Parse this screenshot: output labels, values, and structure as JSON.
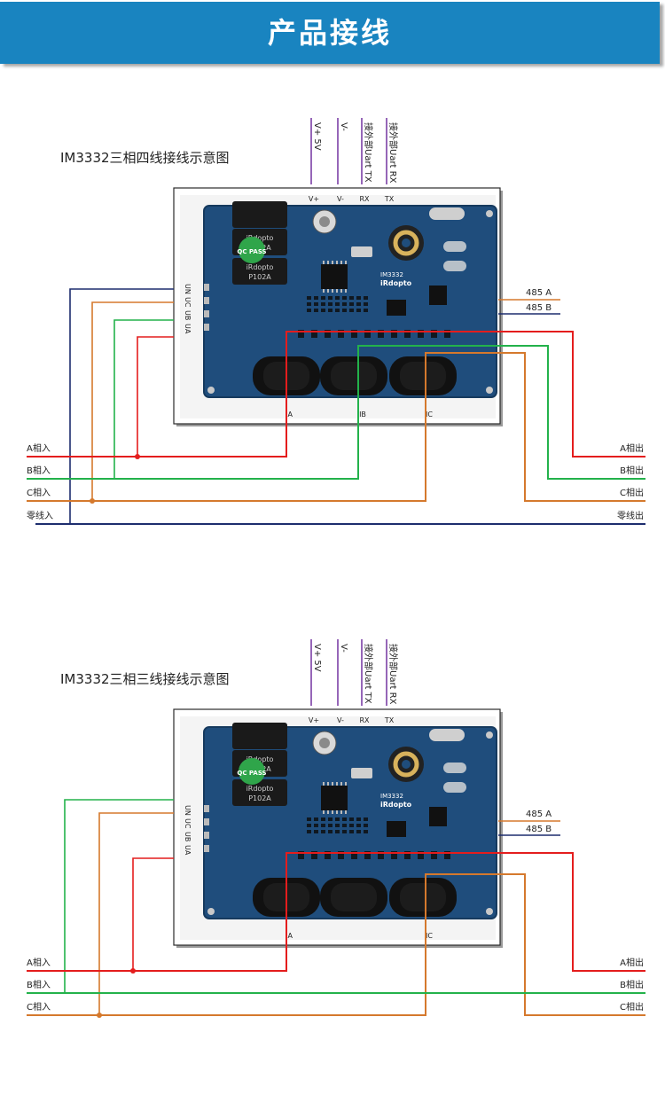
{
  "header": {
    "title": "产品接线"
  },
  "colors": {
    "header_bg": "#1984c0",
    "phase_a": "#e41d1d",
    "phase_b": "#23b24b",
    "phase_c": "#d5792d",
    "neutral": "#1d2d6e",
    "power": "#7b3fa6",
    "pcb": "#1f4d7c"
  },
  "diagram1": {
    "title": "IM3332三相四线接线示意图",
    "top_wires": [
      {
        "text": "V+  5V",
        "pin": "V+"
      },
      {
        "text": "V-",
        "pin": "V-"
      },
      {
        "text": "接外部Uart TX",
        "pin": "RX"
      },
      {
        "text": "接外部Uart RX",
        "pin": "TX"
      }
    ],
    "voltage_pins": [
      "UN",
      "UC",
      "UB",
      "UA"
    ],
    "ct_labels": [
      "IA",
      "IB",
      "IC"
    ],
    "rs485": [
      "485 A",
      "485 B"
    ],
    "inputs": [
      "A相入",
      "B相入",
      "C相入",
      "零线入"
    ],
    "outputs": [
      "A相出",
      "B相出",
      "C相出",
      "零线出"
    ]
  },
  "diagram2": {
    "title": "IM3332三相三线接线示意图",
    "top_wires": [
      {
        "text": "V+  5V",
        "pin": "V+"
      },
      {
        "text": "V-",
        "pin": "V-"
      },
      {
        "text": "接外部Uart TX",
        "pin": "RX"
      },
      {
        "text": "接外部Uart RX",
        "pin": "TX"
      }
    ],
    "voltage_pins": [
      "UN",
      "UC",
      "UB",
      "UA"
    ],
    "ct_labels": [
      "IA",
      "IC"
    ],
    "rs485": [
      "485 A",
      "485 B"
    ],
    "inputs": [
      "A相入",
      "B相入",
      "C相入"
    ],
    "outputs": [
      "A相出",
      "B相出",
      "C相出"
    ]
  },
  "board": {
    "model": "IM3332",
    "brand": "iRdopto",
    "relay_text": "iRdopto",
    "relay_code": "P102A",
    "qc_stamp": "QC PASS"
  }
}
